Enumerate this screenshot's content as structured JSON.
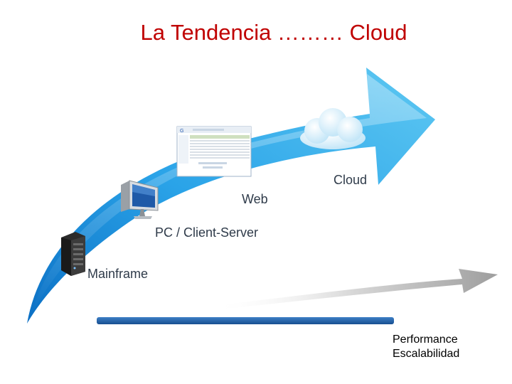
{
  "title": "La Tendencia ……… Cloud",
  "stages": [
    {
      "label": "Mainframe",
      "icon": "server-rack-icon"
    },
    {
      "label": "PC / Client-Server",
      "icon": "desktop-monitor-icon"
    },
    {
      "label": "Web",
      "icon": "web-browser-screenshot-icon"
    },
    {
      "label": "Cloud",
      "icon": "cloud-icon"
    }
  ],
  "metrics": [
    "Performance",
    "Escalabilidad"
  ],
  "colors": {
    "title": "#c00000",
    "arrow_light": "#5ec8f2",
    "arrow_dark": "#0b6fc4",
    "baseline_bar": "#1f5fa8",
    "grey_arrow": "#a9a9a9"
  }
}
